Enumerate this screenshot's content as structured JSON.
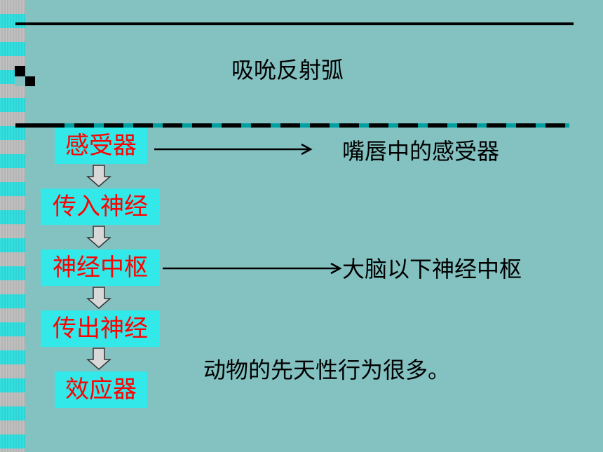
{
  "title": "吸吮反射弧",
  "steps": [
    {
      "label": "感受器"
    },
    {
      "label": "传入神经"
    },
    {
      "label": "神经中枢"
    },
    {
      "label": "传出神经"
    },
    {
      "label": "效应器"
    }
  ],
  "annotations": [
    {
      "text": "嘴唇中的感受器"
    },
    {
      "text": "大脑以下神经中枢"
    }
  ],
  "note": "动物的先天性行为很多。",
  "colors": {
    "background": "#84C1C1",
    "box_fill": "#33e8e8",
    "box_text": "#ff0000"
  }
}
